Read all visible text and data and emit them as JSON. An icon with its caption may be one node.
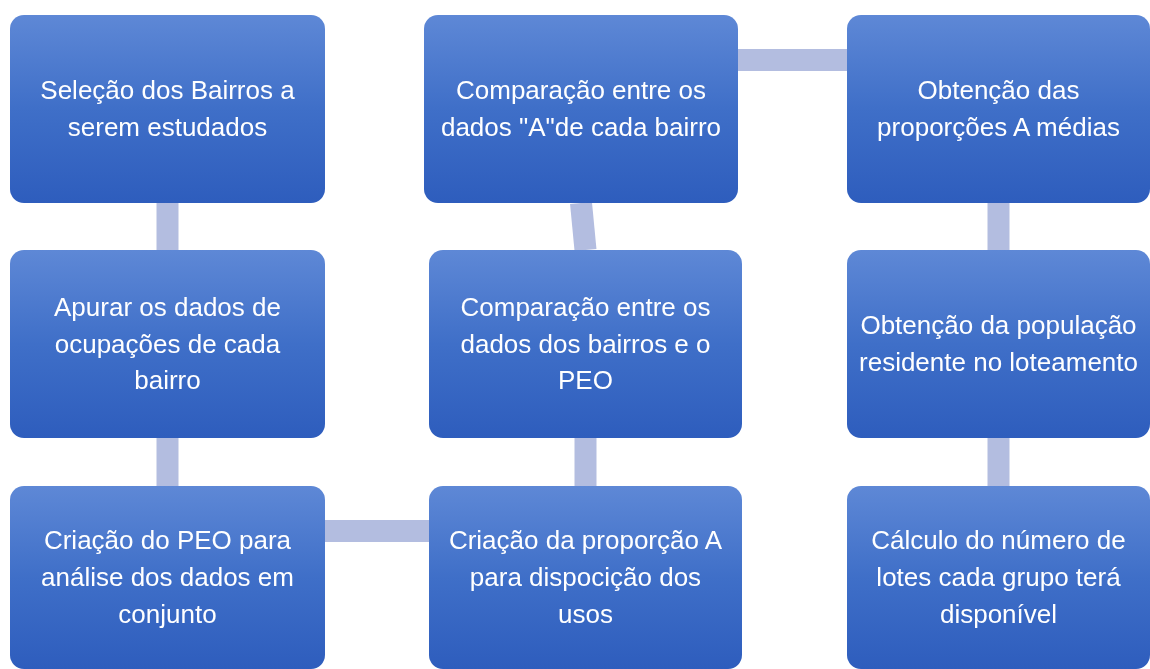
{
  "diagram": {
    "nodes": [
      {
        "text": [
          "Seleção dos Bairros a serem estudados"
        ]
      },
      {
        "text": [
          "Apurar os dados de ocupações de cada bairro"
        ]
      },
      {
        "text": [
          "Criação do PEO para análise dos dados em conjunto"
        ]
      },
      {
        "text": [
          "Criação da proporção A para dispocição dos usos"
        ]
      },
      {
        "text": [
          "Comparação entre os dados dos bairros e o PEO"
        ]
      },
      {
        "text": [
          "Comparação entre os dados \"A\"de cada bairro"
        ]
      },
      {
        "text": [
          "Obtenção das proporções A médias"
        ]
      },
      {
        "text": [
          "Obtenção da população residente no loteamento"
        ]
      },
      {
        "text": [
          "Cálculo do número de lotes cada grupo terá disponível"
        ]
      }
    ],
    "edges": [
      {
        "from": 0,
        "to": 1,
        "arrow": "none"
      },
      {
        "from": 1,
        "to": 2,
        "arrow": "none"
      },
      {
        "from": 2,
        "to": 3,
        "arrow": "none"
      },
      {
        "from": 3,
        "to": 4,
        "arrow": "none"
      },
      {
        "from": 4,
        "to": 5,
        "arrow": "none"
      },
      {
        "from": 5,
        "to": 6,
        "arrow": "none"
      },
      {
        "from": 6,
        "to": 7,
        "arrow": "none"
      },
      {
        "from": 7,
        "to": 8,
        "arrow": "none"
      }
    ]
  }
}
